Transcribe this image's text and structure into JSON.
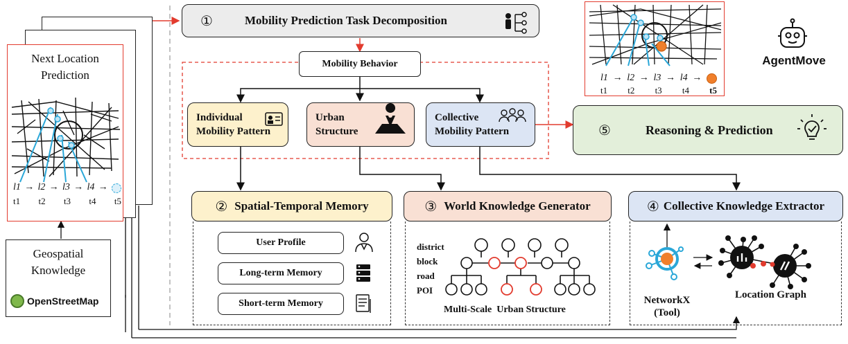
{
  "left_panel": {
    "title_line1": "Next Location",
    "title_line2": "Prediction",
    "seq_labels": [
      "l1",
      "l2",
      "l3",
      "l4"
    ],
    "time_labels": [
      "t1",
      "t2",
      "t3",
      "t4",
      "t5"
    ]
  },
  "geo_box": {
    "line1": "Geospatial",
    "line2": "Knowledge",
    "osm_label": "OpenStreetMap"
  },
  "step1": {
    "number": "①",
    "label": "Mobility Prediction Task Decomposition"
  },
  "mobility_behavior": "Mobility Behavior",
  "individual": {
    "line1": "Individual",
    "line2": "Mobility Pattern"
  },
  "urban": {
    "line1": "Urban",
    "line2": "Structure"
  },
  "collective": {
    "line1": "Collective",
    "line2": "Mobility Pattern"
  },
  "step5": {
    "number": "⑤",
    "label": "Reasoning & Prediction"
  },
  "step2": {
    "number": "②",
    "label": "Spatial-Temporal Memory"
  },
  "step3": {
    "number": "③",
    "label": "World Knowledge Generator"
  },
  "step4": {
    "number": "④",
    "label": "Collective Knowledge Extractor"
  },
  "memory_items": [
    "User Profile",
    "Long-term Memory",
    "Short-term Memory"
  ],
  "tree_levels": [
    "district",
    "block",
    "road",
    "POI"
  ],
  "tree_caption": "Multi-Scale  Urban Structure",
  "networkx": {
    "line1": "NetworkX",
    "line2": "(Tool)"
  },
  "location_graph": "Location Graph",
  "agent_name": "AgentMove",
  "top_map": {
    "seq_labels": [
      "l1",
      "l2",
      "l3",
      "l4"
    ],
    "time_labels": [
      "t1",
      "t2",
      "t3",
      "t4",
      "t5"
    ]
  },
  "colors": {
    "yellow": "#fdf1cc",
    "peach": "#f9e0d4",
    "blue": "#dce5f4",
    "green": "#e3efda",
    "gray": "#ececec",
    "red": "#e23b2e",
    "cyan": "#2aa7d8",
    "orange": "#f07f2b"
  }
}
